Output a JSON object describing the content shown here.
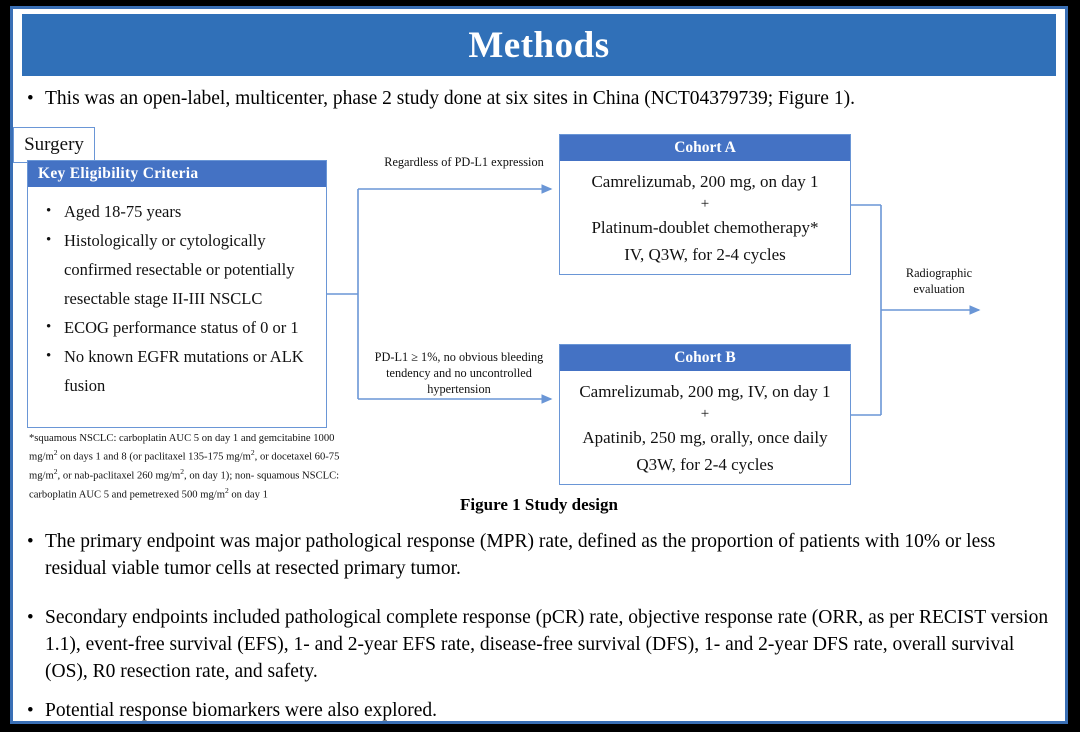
{
  "slide": {
    "title": "Methods",
    "accent_header": "#3070b8",
    "accent_box": "#4472c4",
    "border_color": "#3a6fb5"
  },
  "lead_bullet": {
    "marker": "•",
    "text": "This was an open-label, multicenter, phase 2 study done at six sites in China (NCT04379739; Figure 1)."
  },
  "figure": {
    "caption": "Figure 1 Study design",
    "eligibility": {
      "header": "Key  Eligibility Criteria",
      "items": [
        "Aged 18-75 years",
        "Histologically or cytologically confirmed resectable or potentially resectable stage II-III  NSCLC",
        "ECOG performance status of 0 or 1",
        "No known EGFR mutations or ALK fusion"
      ]
    },
    "footnote": {
      "line1_a": "*squamous NSCLC: carboplatin AUC 5 on day 1 and gemcitabine 1000 mg/m",
      "line1_b": " on days 1 and 8 (or",
      "line2_a": "paclitaxel 135-175  mg/m",
      "line2_b": ", or docetaxel 60-75 mg/m",
      "line2_c": ", or nab-paclitaxel 260 mg/m",
      "line2_d": ", on day 1); non-",
      "line3_a": "squamous NSCLC: carboplatin AUC 5 and pemetrexed 500 mg/m",
      "line3_b": " on day 1",
      "sup": "2"
    },
    "cohort_a": {
      "header": "Cohort A",
      "line1": "Camrelizumab, 200 mg, on day 1",
      "plus": "+",
      "line2": "Platinum-doublet chemotherapy*",
      "line3": "IV, Q3W, for 2-4 cycles"
    },
    "cohort_b": {
      "header": "Cohort B",
      "line1": "Camrelizumab, 200 mg, IV, on day 1",
      "plus": "+",
      "line2": "Apatinib, 250 mg, orally, once daily",
      "line3": "Q3W, for 2-4 cycles"
    },
    "connector_a_label": "Regardless  of PD-L1 expression",
    "connector_b_label": "PD-L1 ≥ 1%, no obvious bleeding tendency  and no uncontrolled  hypertension",
    "connector_right_label": "Radiographic evaluation",
    "surgery": "Surgery"
  },
  "bullets": [
    {
      "marker": "•",
      "text": "The primary endpoint was major pathological response (MPR) rate, defined as the proportion of patients with 10% or less residual viable tumor cells at resected primary tumor."
    },
    {
      "marker": "•",
      "text": "Secondary endpoints included pathological complete response (pCR) rate, objective response rate (ORR, as per RECIST version 1.1), event-free survival (EFS), 1- and 2-year EFS rate, disease-free survival (DFS), 1- and 2-year DFS rate, overall survival (OS), R0 resection rate, and safety."
    },
    {
      "marker": "•",
      "text": "Potential response biomarkers were also explored."
    }
  ]
}
